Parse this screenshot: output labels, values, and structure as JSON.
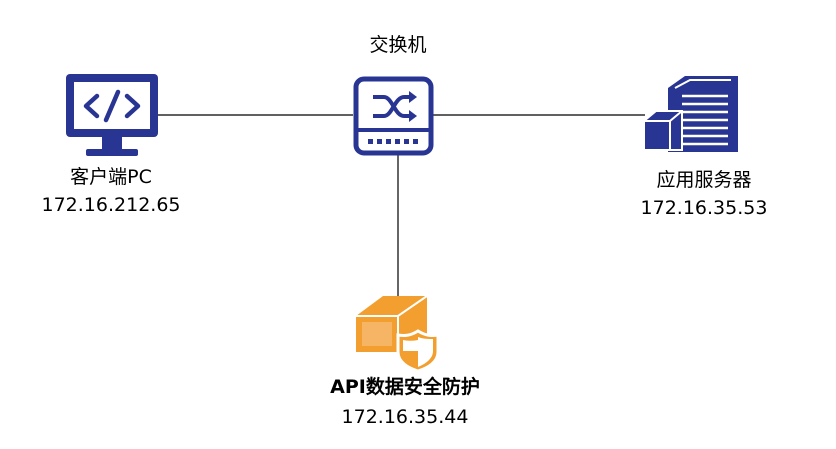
{
  "colors": {
    "navy": "#283593",
    "orange": "#f29f2f",
    "line": "#000000",
    "background": "#ffffff"
  },
  "nodes": {
    "switch": {
      "name": "交换机",
      "icon": "network-switch-icon"
    },
    "client": {
      "name": "客户端PC",
      "ip": "172.16.212.65",
      "icon": "code-monitor-icon"
    },
    "server": {
      "name": "应用服务器",
      "ip": "172.16.35.53",
      "icon": "server-icon"
    },
    "firewall": {
      "name": "API数据安全防护",
      "ip": "172.16.35.44",
      "icon": "security-box-shield-icon"
    }
  },
  "links": [
    {
      "from": "client",
      "to": "switch"
    },
    {
      "from": "switch",
      "to": "server"
    },
    {
      "from": "switch",
      "to": "firewall"
    }
  ]
}
